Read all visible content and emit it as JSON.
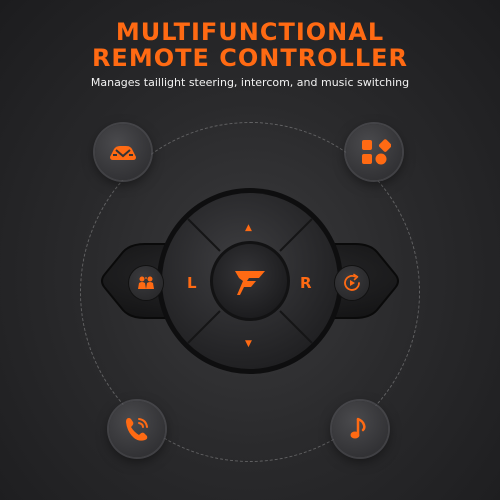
{
  "header": {
    "title_line1": "MULTIFUNCTIONAL",
    "title_line2": "REMOTE CONTROLLER",
    "subtitle": "Manages taillight steering, intercom, and music switching"
  },
  "controller": {
    "left_label": "L",
    "right_label": "R",
    "up_arrow": "▲",
    "down_arrow": "▼"
  },
  "icons": {
    "top_left": "car-icon",
    "top_right": "apps-icon",
    "bottom_left": "phone-call-icon",
    "bottom_right": "music-note-icon",
    "side_left": "intercom-icon",
    "side_right": "music-switch-icon",
    "center": "brand-logo-icon"
  },
  "colors": {
    "accent": "#ff6a13",
    "background": "#2a2a2c",
    "text": "#f2f2f2"
  }
}
